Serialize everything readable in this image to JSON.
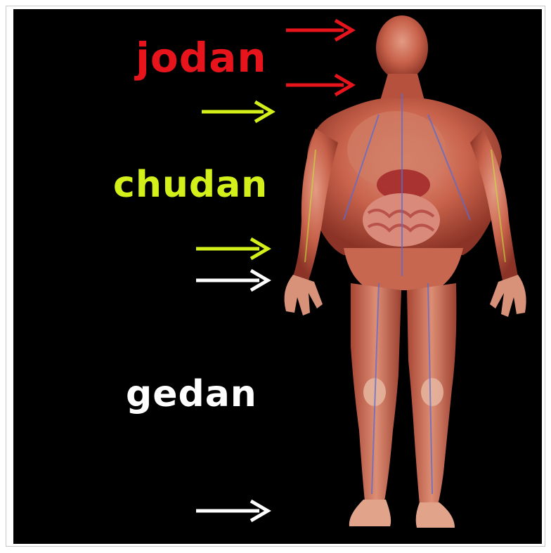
{
  "labels": {
    "jodan": "jodan",
    "chudan": "chudan",
    "gedan": "gedan"
  },
  "colors": {
    "background": "#000000",
    "jodan": "#e8141c",
    "chudan": "#d4f01a",
    "gedan": "#ffffff",
    "skin_muscle": "#c0553f",
    "skin_highlight": "#e6a48c",
    "organs": "#b0302e",
    "veins": "#5a6bd0"
  },
  "icons": {
    "arrow": "right-arrow-icon",
    "figure": "anatomy-figure"
  }
}
